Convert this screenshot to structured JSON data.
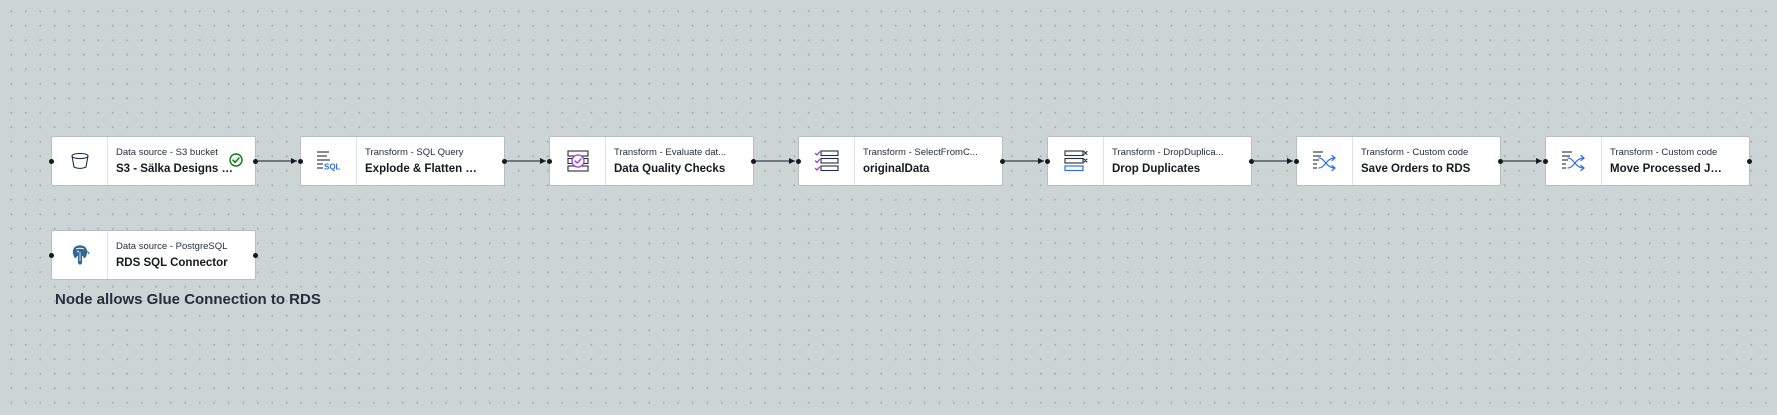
{
  "nodes": [
    {
      "type": "Data source - S3 bucket",
      "name": "S3 - Sälka Designs B...",
      "icon": "s3-bucket-icon",
      "status": "success-check-icon"
    },
    {
      "type": "Transform - SQL Query",
      "name": "Explode & Flatten JS...",
      "icon": "sql-query-icon"
    },
    {
      "type": "Transform - Evaluate dat...",
      "name": "Data Quality Checks",
      "icon": "data-quality-icon"
    },
    {
      "type": "Transform - SelectFromC...",
      "name": "originalData",
      "icon": "select-from-collection-icon"
    },
    {
      "type": "Transform - DropDuplica...",
      "name": "Drop Duplicates",
      "icon": "drop-duplicates-icon"
    },
    {
      "type": "Transform - Custom code",
      "name": "Save Orders to RDS",
      "icon": "custom-code-icon"
    },
    {
      "type": "Transform - Custom code",
      "name": "Move Processed JSO...",
      "icon": "custom-code-icon"
    },
    {
      "type": "Data source - PostgreSQL",
      "name": "RDS SQL Connector",
      "icon": "postgresql-icon"
    }
  ],
  "note": "Node allows Glue Connection to RDS",
  "colors": {
    "canvas": "#cdd5d4",
    "success": "#037f0c",
    "accent_blue": "#2f6fe4",
    "accent_purple": "#9a3fd6"
  }
}
